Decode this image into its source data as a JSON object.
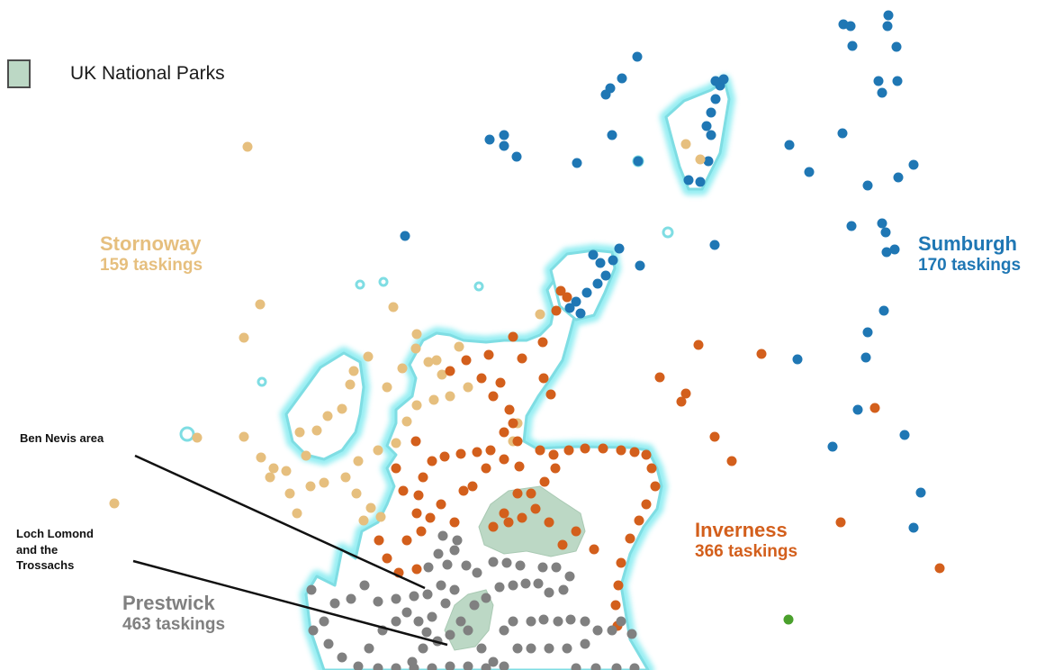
{
  "legend": {
    "swatch_label": "UK National Parks",
    "swatch_color": "#bcd8c5"
  },
  "colors": {
    "stornoway": "#e6bf7e",
    "sumburgh": "#1f77b4",
    "inverness": "#d35f1c",
    "prestwick": "#808080",
    "coast_glow": "#40e0e8",
    "land": "#ffffff",
    "park": "#bcd8c5",
    "other_point": "#4aa02c"
  },
  "bases": [
    {
      "id": "stornoway",
      "name": "Stornoway",
      "count_label": "159 taskings",
      "taskings": 159,
      "color": "#e6bf7e"
    },
    {
      "id": "sumburgh",
      "name": "Sumburgh",
      "count_label": "170 taskings",
      "taskings": 170,
      "color": "#1f77b4"
    },
    {
      "id": "inverness",
      "name": "Inverness",
      "count_label": "366 taskings",
      "taskings": 366,
      "color": "#d35f1c"
    },
    {
      "id": "prestwick",
      "name": "Prestwick",
      "count_label": "463 taskings",
      "taskings": 463,
      "color": "#808080"
    }
  ],
  "callouts": [
    {
      "id": "ben-nevis",
      "text": "Ben Nevis area"
    },
    {
      "id": "loch-lomond",
      "lines": [
        "Loch Lomond",
        "and the",
        "Trossachs"
      ]
    }
  ]
}
